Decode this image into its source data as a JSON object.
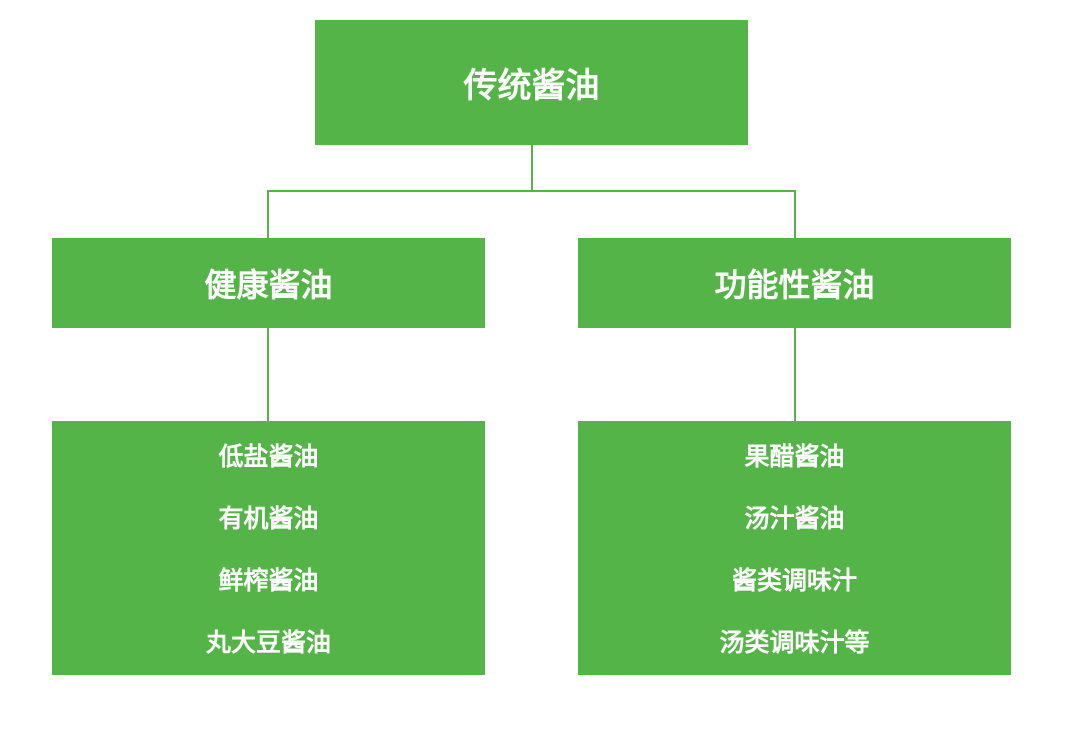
{
  "diagram": {
    "root": {
      "label": "传统酱油"
    },
    "branches": [
      {
        "label": "健康酱油",
        "items": [
          "低盐酱油",
          "有机酱油",
          "鲜榨酱油",
          "丸大豆酱油"
        ]
      },
      {
        "label": "功能性酱油",
        "items": [
          "果醋酱油",
          "汤汁酱油",
          "酱类调味汁",
          "汤类调味汁等"
        ]
      }
    ],
    "colors": {
      "node_fill": "#55b448",
      "text": "#ffffff",
      "connector": "#55b448"
    }
  }
}
